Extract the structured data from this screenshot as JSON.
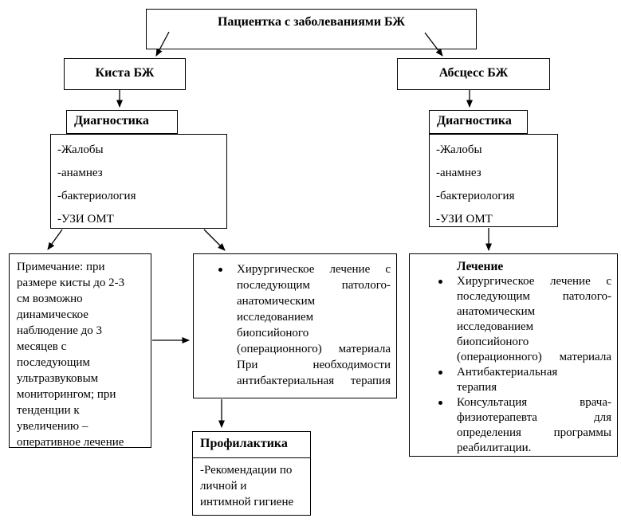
{
  "palette": {
    "ink": "#000000",
    "background": "#ffffff"
  },
  "root_box": {
    "label": "Пациентка с заболеваниями БЖ"
  },
  "left": {
    "branch_label": "Киста БЖ",
    "diagnostics": {
      "label": "Диагностика",
      "items": [
        "-Жалобы",
        "-анамнез",
        "-бактериология",
        "-УЗИ ОМТ"
      ]
    },
    "note": "Примечание: при\nразмере кисты до 2-3\nсм возможно\nдинамическое\nнаблюдение до 3\nмесяцев с\nпоследующим\nультразвуковым\nмониторингом; при\nтенденции к\nувеличению –\nоперативное лечение"
  },
  "center": {
    "treatment": {
      "bullet": "Хирургическое лечение с\nпоследующим патолого-\nанатомическим\nисследованием\nбиопсийоного\n(операционного) материала",
      "note": "При необходимости\nантибактериальная терапия"
    },
    "prevention": {
      "label": "Профилактика",
      "text": "-Рекомендации по\nличной и\nинтимной гигиене"
    }
  },
  "right": {
    "branch_label": "Абсцесс БЖ",
    "diagnostics": {
      "label": "Диагностика",
      "items": [
        "-Жалобы",
        "-анамнез",
        "-бактериология",
        "-УЗИ ОМТ"
      ]
    },
    "treatment": {
      "label": "Лечение",
      "items": [
        "Хирургическое лечение с\nпоследующим патолого-\nанатомическим\nисследованием\nбиопсийоного\n(операционного) материала",
        "Антибактериальная\nтерапия",
        "Консультация врача-\nфизиотерапевта для\nопределения программы\nреабилитации."
      ]
    }
  }
}
